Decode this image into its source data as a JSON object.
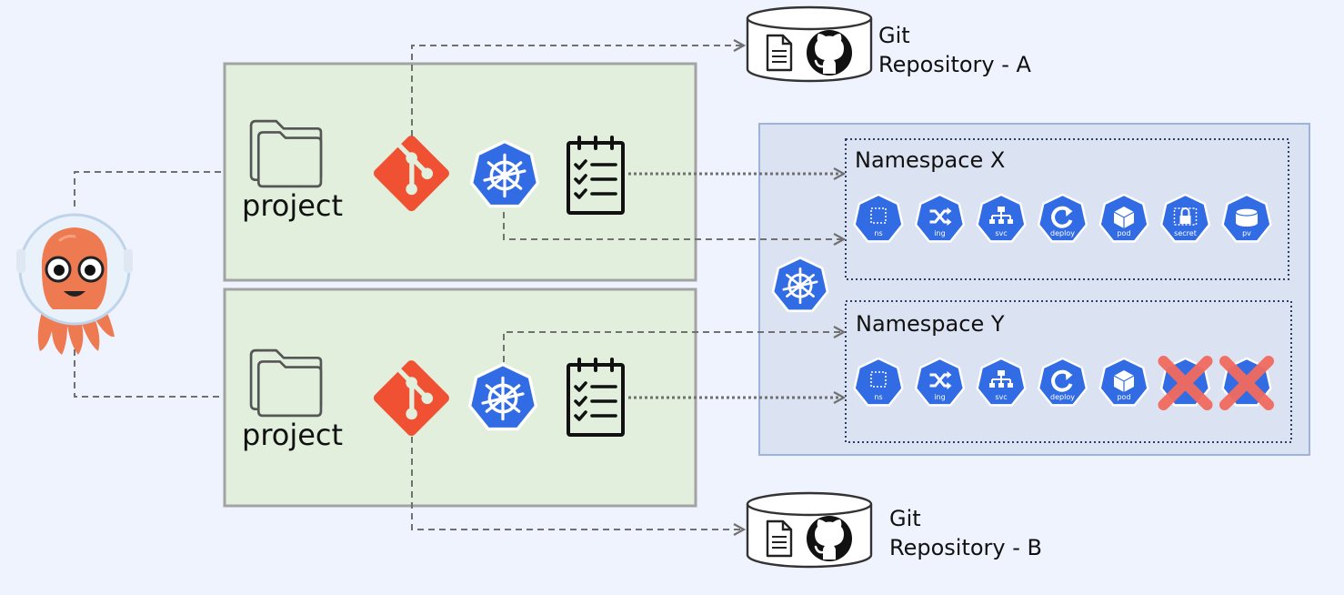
{
  "projects": [
    {
      "label": "project"
    },
    {
      "label": "project"
    }
  ],
  "repos": [
    {
      "line1": "Git",
      "line2": "Repository - A"
    },
    {
      "line1": "Git",
      "line2": "Repository - B"
    }
  ],
  "namespaces": [
    {
      "title": "Namespace X",
      "resources": [
        {
          "kind": "ns",
          "icon": "square-dashed-icon",
          "removed": false
        },
        {
          "kind": "ing",
          "icon": "shuffle-icon",
          "removed": false
        },
        {
          "kind": "svc",
          "icon": "hierarchy-icon",
          "removed": false
        },
        {
          "kind": "deploy",
          "icon": "refresh-icon",
          "removed": false
        },
        {
          "kind": "pod",
          "icon": "cube-icon",
          "removed": false
        },
        {
          "kind": "secret",
          "icon": "lock-icon",
          "removed": false
        },
        {
          "kind": "pv",
          "icon": "disk-icon",
          "removed": false
        }
      ]
    },
    {
      "title": "Namespace Y",
      "resources": [
        {
          "kind": "ns",
          "icon": "square-dashed-icon",
          "removed": false
        },
        {
          "kind": "ing",
          "icon": "shuffle-icon",
          "removed": false
        },
        {
          "kind": "svc",
          "icon": "hierarchy-icon",
          "removed": false
        },
        {
          "kind": "deploy",
          "icon": "refresh-icon",
          "removed": false
        },
        {
          "kind": "pod",
          "icon": "cube-icon",
          "removed": false
        },
        {
          "kind": "",
          "icon": "removed-resource-icon",
          "removed": true
        },
        {
          "kind": "",
          "icon": "removed-resource-icon",
          "removed": true
        }
      ]
    }
  ],
  "colors": {
    "background": "#eef3fd",
    "project_fill": "#e1efdc",
    "project_border": "#a3a3a3",
    "cluster_fill": "#dbe2f2",
    "cluster_border": "#9cb4dc",
    "k8s_blue": "#326ce5",
    "git_orange": "#f05133",
    "argo_orange": "#ee7a51",
    "cross_red": "#f26a5f",
    "connector": "#707070"
  }
}
